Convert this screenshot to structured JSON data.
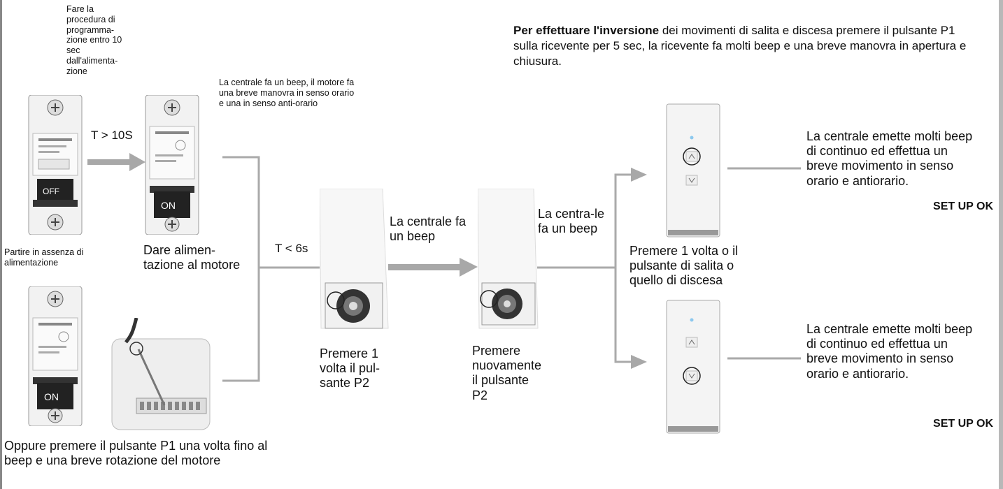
{
  "notes": {
    "programming": "Fare la procedura di programma-zione entro 10 sec dall'alimenta-zione",
    "timer1": "T > 10S",
    "beep1": "La centrale fa un beep, il motore fa una breve manovra in senso orario e una in senso anti-orario",
    "start_without_power": "Partire in assenza di alimentazione",
    "power_motor": "Dare alimen-tazione al motore",
    "timer2": "T < 6s",
    "beep2": "La centrale fa un beep",
    "beep3": "La centra-le fa un beep",
    "press_p2_once": "Premere 1 volta il pul-sante P2",
    "press_p2_again": "Premere nuovamente il pulsante P2",
    "press_up_down": "Premere 1 volta o il pulsante di salita o quello di discesa",
    "result_top": "La centrale emette molti beep di continuo ed effettua un breve movimento in senso orario e antiorario.",
    "result_bottom": "La centrale emette molti beep di continuo ed effettua un breve movimento in senso orario e antiorario.",
    "setup_ok_top": "SET UP OK",
    "setup_ok_bottom": "SET UP OK",
    "alt_p1": "Oppure premere il pulsante P1 una volta fino al beep e una breve rotazione del motore",
    "inversion_bold": "Per effettuare l'inversione",
    "inversion_rest": " dei movimenti di salita e discesa premere il pulsante P1 sulla ricevente per 5 sec, la ricevente fa molti beep e una breve manovra in apertura e chiusura."
  },
  "breaker_labels": {
    "off": "OFF",
    "on": "ON"
  },
  "colors": {
    "connector": "#aaaaaa",
    "arrow": "#a8a8a8"
  }
}
